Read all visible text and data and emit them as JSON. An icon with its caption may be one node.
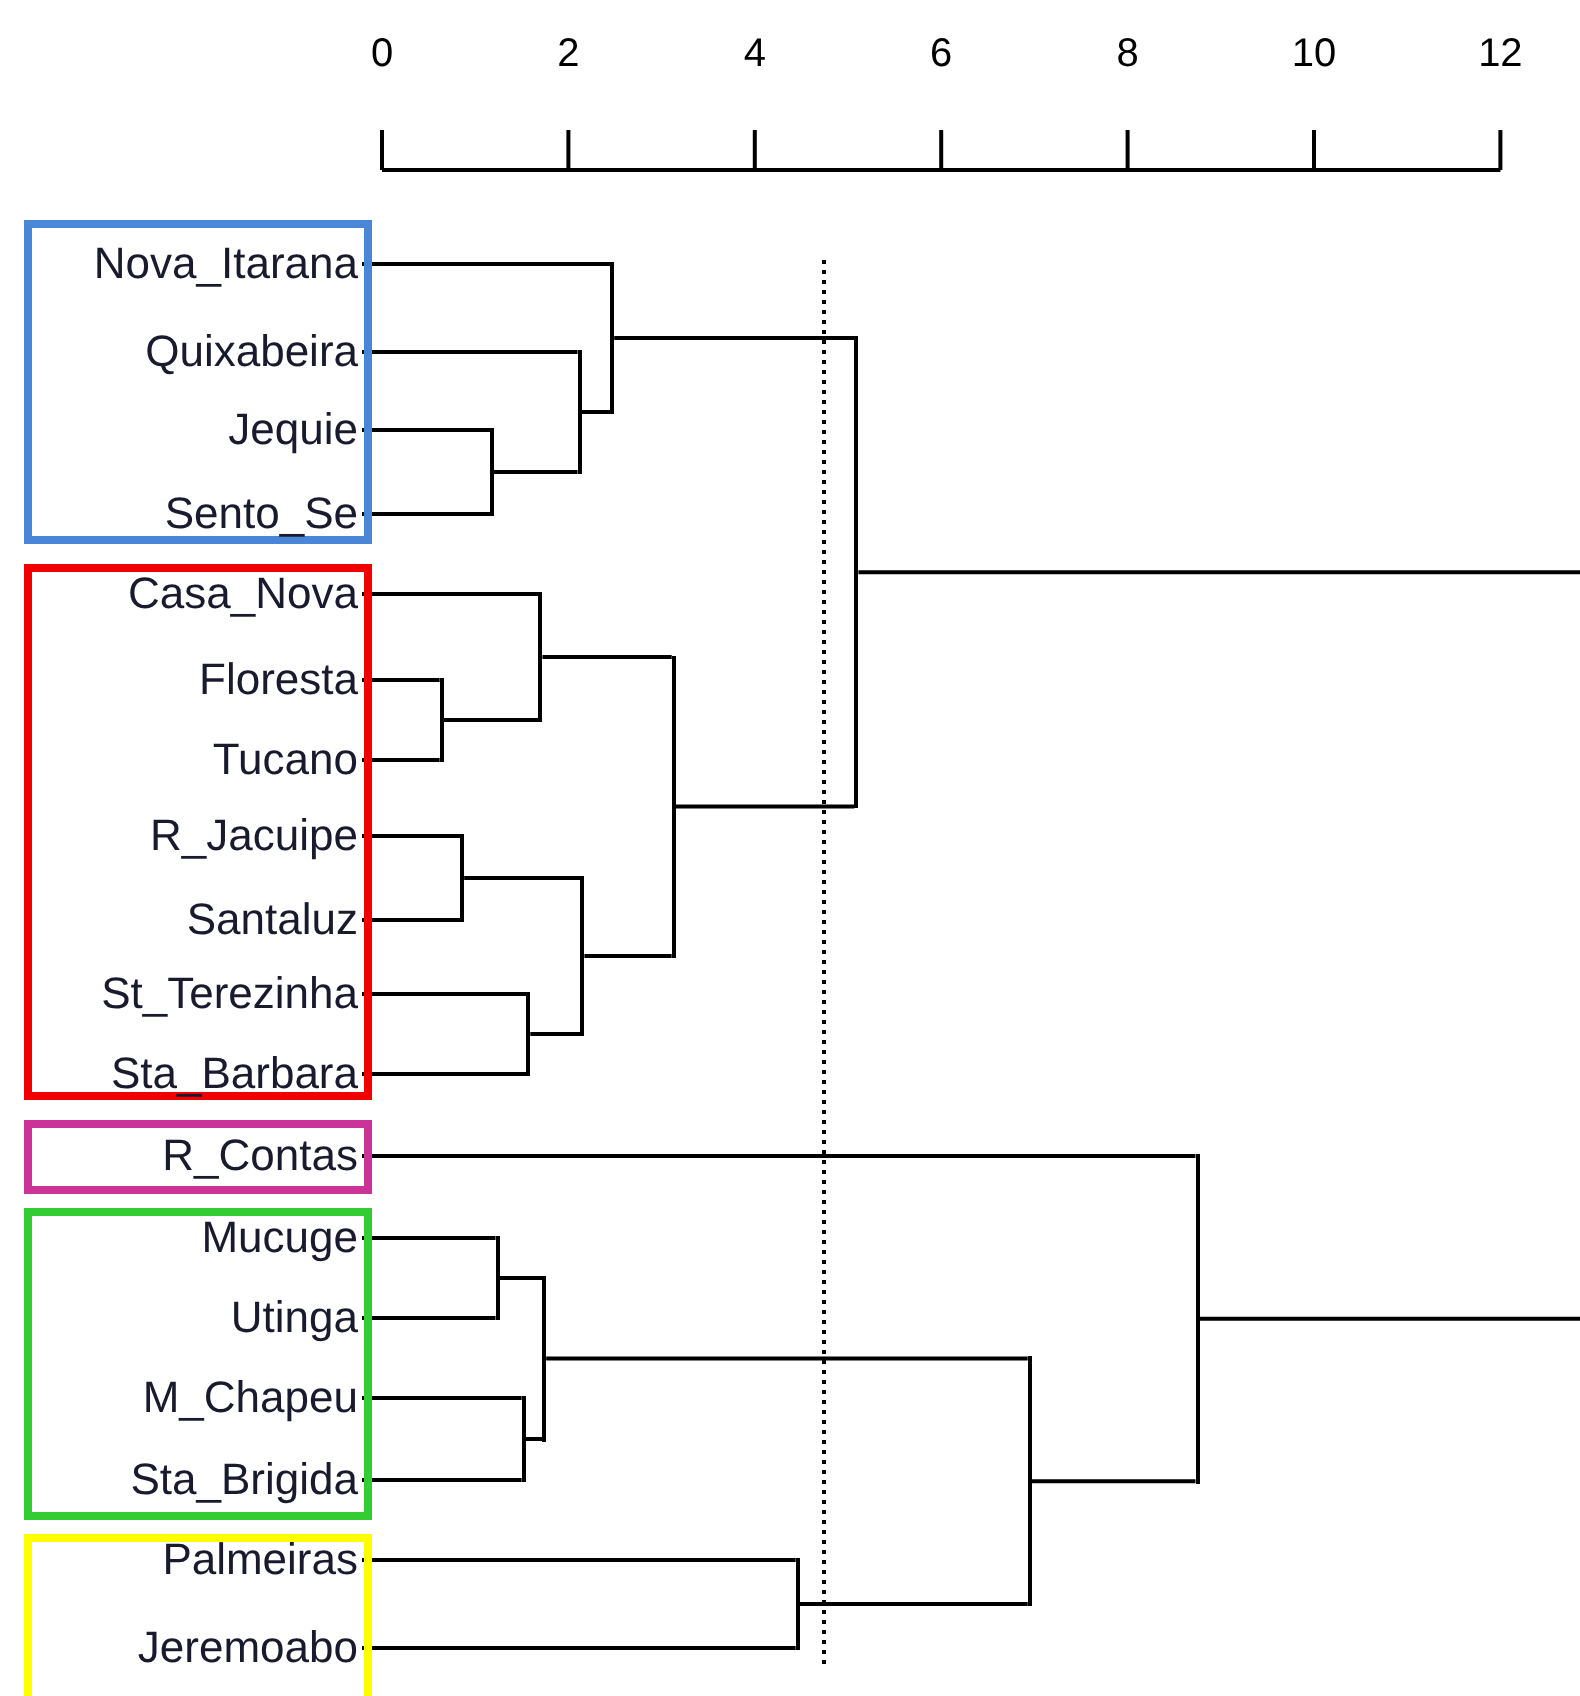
{
  "diagram": {
    "nodes": [
      {
        "text": [],
        "shape": "box"
      },
      {
        "text": [
          "Nova_Itarana"
        ],
        "in": 0
      },
      {
        "text": [
          "Quixabeira"
        ],
        "in": 0
      },
      {
        "text": [
          "Jequie"
        ],
        "in": 0
      },
      {
        "text": [
          "Sento_Se"
        ],
        "in": 0
      },
      {
        "text": [],
        "shape": "box"
      },
      {
        "text": [
          "Casa_Nova"
        ],
        "in": 5
      },
      {
        "text": [
          "Floresta"
        ],
        "in": 5
      },
      {
        "text": [
          "Tucano"
        ],
        "in": 5
      },
      {
        "text": [
          "R_Jacuipe"
        ],
        "in": 5
      },
      {
        "text": [
          "Santaluz"
        ],
        "in": 5
      },
      {
        "text": [
          "St_Terezinha"
        ],
        "in": 5
      },
      {
        "text": [
          "Sta_Barbara"
        ],
        "in": 5
      },
      {
        "text": [],
        "shape": "box"
      },
      {
        "text": [
          "R_Contas"
        ],
        "in": 13
      },
      {
        "text": [],
        "shape": "box"
      },
      {
        "text": [
          "Mucuge"
        ],
        "in": 15
      },
      {
        "text": [
          "Utinga"
        ],
        "in": 15
      },
      {
        "text": [
          "M_Chapeu"
        ],
        "in": 15
      },
      {
        "text": [
          "Sta_Brigida"
        ],
        "in": 15
      },
      {
        "text": [],
        "shape": "box"
      },
      {
        "text": [
          "Palmeiras"
        ],
        "in": 20
      },
      {
        "text": [
          "Jeremoabo"
        ],
        "in": 20
      },
      {
        "text": [],
        "shape": "bar"
      },
      {
        "text": [],
        "shape": "bar"
      },
      {
        "text": [],
        "shape": "bar"
      },
      {
        "text": [],
        "shape": "bar"
      },
      {
        "text": [],
        "shape": "bar"
      },
      {
        "text": [],
        "shape": "bar"
      },
      {
        "text": [],
        "shape": "bar"
      },
      {
        "text": [],
        "shape": "bar"
      },
      {
        "text": [],
        "shape": "bar"
      },
      {
        "text": [],
        "shape": "bar"
      },
      {
        "text": [],
        "shape": "bar"
      },
      {
        "text": [],
        "shape": "bar"
      },
      {
        "text": [],
        "shape": "bar"
      },
      {
        "text": [],
        "shape": "bar"
      },
      {
        "text": [],
        "shape": "bar"
      },
      {
        "text": [],
        "shape": "bar"
      }
    ],
    "edges": [
      {
        "from": 3,
        "to": 23,
        "arrow": "none"
      },
      {
        "from": 4,
        "to": 23,
        "arrow": "none"
      },
      {
        "from": 2,
        "to": 24,
        "arrow": "none"
      },
      {
        "from": 23,
        "to": 24,
        "arrow": "none"
      },
      {
        "from": 1,
        "to": 25,
        "arrow": "none"
      },
      {
        "from": 24,
        "to": 25,
        "arrow": "none"
      },
      {
        "from": 7,
        "to": 26,
        "arrow": "none"
      },
      {
        "from": 8,
        "to": 26,
        "arrow": "none"
      },
      {
        "from": 6,
        "to": 27,
        "arrow": "none"
      },
      {
        "from": 26,
        "to": 27,
        "arrow": "none"
      },
      {
        "from": 9,
        "to": 28,
        "arrow": "none"
      },
      {
        "from": 10,
        "to": 28,
        "arrow": "none"
      },
      {
        "from": 11,
        "to": 29,
        "arrow": "none"
      },
      {
        "from": 12,
        "to": 29,
        "arrow": "none"
      },
      {
        "from": 28,
        "to": 30,
        "arrow": "none"
      },
      {
        "from": 29,
        "to": 30,
        "arrow": "none"
      },
      {
        "from": 27,
        "to": 31,
        "arrow": "none"
      },
      {
        "from": 30,
        "to": 31,
        "arrow": "none"
      },
      {
        "from": 25,
        "to": 32,
        "arrow": "none"
      },
      {
        "from": 31,
        "to": 32,
        "arrow": "none"
      },
      {
        "from": 32,
        "to": null,
        "arrow": "none"
      },
      {
        "from": 16,
        "to": 33,
        "arrow": "none"
      },
      {
        "from": 17,
        "to": 33,
        "arrow": "none"
      },
      {
        "from": 18,
        "to": 34,
        "arrow": "none"
      },
      {
        "from": 19,
        "to": 34,
        "arrow": "none"
      },
      {
        "from": 33,
        "to": 35,
        "arrow": "none"
      },
      {
        "from": 34,
        "to": 35,
        "arrow": "none"
      },
      {
        "from": 21,
        "to": 36,
        "arrow": "none"
      },
      {
        "from": 22,
        "to": 36,
        "arrow": "none"
      },
      {
        "from": 35,
        "to": 37,
        "arrow": "none"
      },
      {
        "from": 36,
        "to": 37,
        "arrow": "none"
      },
      {
        "from": 14,
        "to": 38,
        "arrow": "none"
      },
      {
        "from": 37,
        "to": 38,
        "arrow": "none"
      },
      {
        "from": 38,
        "to": null,
        "arrow": "none"
      }
    ],
    "labels": [
      "0",
      "2",
      "4",
      "6",
      "8",
      "10",
      "12"
    ]
  }
}
